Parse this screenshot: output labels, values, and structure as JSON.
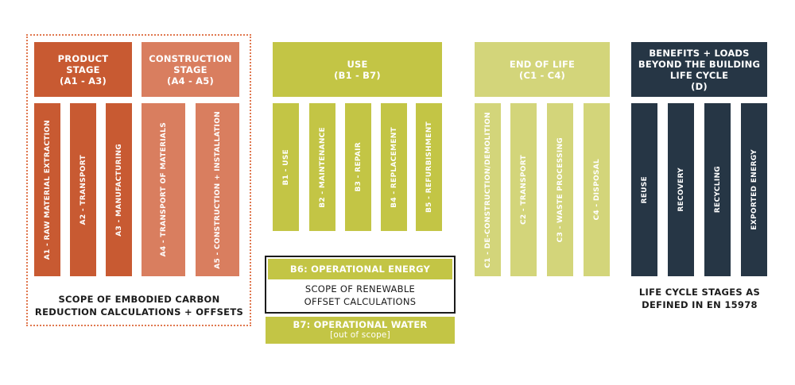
{
  "colors": {
    "product": "#c85a32",
    "construction": "#d97e5f",
    "use": "#c3c545",
    "end_of_life": "#d3d57a",
    "benefits": "#263645",
    "scope_border": "#e0784f"
  },
  "product": {
    "header": [
      "PRODUCT",
      "STAGE",
      "(A1 - A3)"
    ],
    "columns": [
      "A1 - RAW MATERIAL EXTRACTION",
      "A2 - TRANSPORT",
      "A3 - MANUFACTURING"
    ]
  },
  "construction": {
    "header": [
      "CONSTRUCTION",
      "STAGE",
      "(A4 - A5)"
    ],
    "columns": [
      "A4 - TRANSPORT OF MATERIALS",
      "A5 - CONSTRUCTION + INSTALLATION"
    ]
  },
  "embodied_scope": {
    "caption": [
      "SCOPE OF EMBODIED CARBON",
      "REDUCTION CALCULATIONS + OFFSETS"
    ]
  },
  "use": {
    "header": [
      "USE",
      "(B1 - B7)"
    ],
    "columns": [
      "B1 - USE",
      "B2 - MAINTENANCE",
      "B3 - REPAIR",
      "B4 - REPLACEMENT",
      "B5 - REFURBISHMENT"
    ],
    "b6_label": "B6: OPERATIONAL ENERGY",
    "renewable_scope": [
      "SCOPE OF RENEWABLE",
      "OFFSET CALCULATIONS"
    ],
    "b7_label": "B7: OPERATIONAL WATER",
    "b7_note": "[out of scope]"
  },
  "end_of_life": {
    "header": [
      "END OF LIFE",
      "(C1 - C4)"
    ],
    "columns": [
      "C1 - DE-CONSTRUCTION/DEMOLITION",
      "C2 - TRANSPORT",
      "C3 - WASTE PROCESSING",
      "C4 - DISPOSAL"
    ]
  },
  "benefits": {
    "header": [
      "BENEFITS + LOADS",
      "BEYOND THE BUILDING",
      "LIFE CYCLE",
      "(D)"
    ],
    "columns": [
      "REUSE",
      "RECOVERY",
      "RECYCLING",
      "EXPORTED ENERGY"
    ],
    "caption": [
      "LIFE CYCLE STAGES AS",
      "DEFINED IN EN 15978"
    ]
  }
}
